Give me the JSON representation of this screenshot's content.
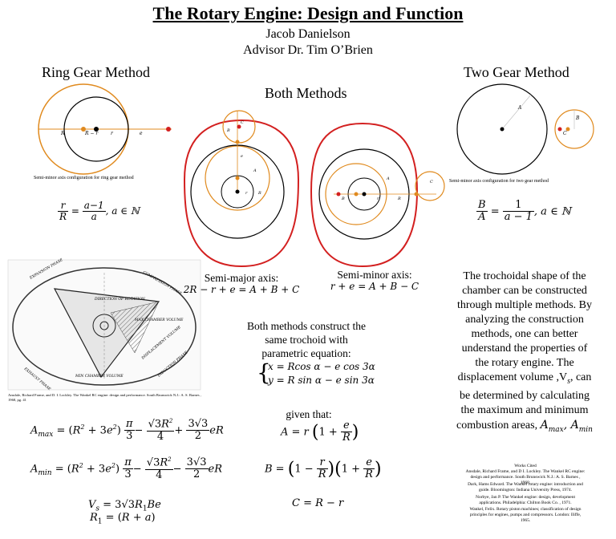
{
  "header": {
    "title": "The Rotary Engine: Design and Function",
    "author": "Jacob Danielson",
    "advisor": "Advisor Dr. Tim O’Brien"
  },
  "ring_gear": {
    "heading": "Ring Gear Method",
    "caption": "Semi-minor axis configuration for ring gear method",
    "labels": {
      "R": "R",
      "R_minus": "R − r",
      "r": "r",
      "e": "e"
    },
    "eq_lhs_num": "r",
    "eq_lhs_den": "R",
    "eq_rhs_num": "a−1",
    "eq_rhs_den": "a",
    "eq_tail": ", a ∈ ℕ"
  },
  "both": {
    "heading": "Both Methods",
    "semi_major_label": "Semi-major axis:",
    "semi_major_eq": "2R − r + e = A + B + C",
    "semi_minor_label": "Semi-minor axis:",
    "semi_minor_eq": "r + e = A + B − C",
    "construct_text": "Both methods construct the same trochoid  with parametric equation:",
    "param_x": "x = Rcos α − e cos 3α",
    "param_y": "y = R sin α − e sin 3α",
    "given": "given that:",
    "eq_A": "A = r",
    "eq_B": "B =",
    "eq_C": "C = R − r",
    "small_labels": {
      "A": "A",
      "B": "B",
      "C": "C",
      "e": "e",
      "R": "R",
      "r": "r"
    }
  },
  "two_gear": {
    "heading": "Two Gear Method",
    "caption": "Semi-minor axis configuration for two gear method",
    "labels": {
      "A": "A",
      "B": "B",
      "C": "C"
    },
    "eq_lhs_num": "B",
    "eq_lhs_den": "A",
    "eq_rhs_num": "1",
    "eq_rhs_den": "a − 1",
    "eq_tail": ", a ∈ ℕ",
    "description": "The trochoidal shape of the chamber can be constructed through multiple methods. By analyzing the construction methods, one can better understand the properties of the rotary engine. The displacement volume ,V",
    "description_sub": "s",
    "description_tail": ", can be determined by calculating the maximum and minimum combustion areas,",
    "areas": "A",
    "references_title": "Works Cited",
    "references": [
      "Ansdale, Richard Frame, and D I. Lockley. The Wankel RC engine: design and performance. South Brunswick N.J.: A. S. Barnes , 1968.",
      "Dark, Hams Edward. The Wankel rotary engine: introduction and guide. Bloomington: Indiana University Press, 1974.",
      "Norbye, Jan P. The Wankel engine: design, development applications. Philadelphia: Chilton Book Co. , 1971.",
      "Wankel, Felix. Rotary piston machines; classification of design principles for engines, pumps and compressors. London: Iliffe, 1965."
    ]
  },
  "figure": {
    "caption": "Ansdale, Richard Frame, and D. I. Lockley. The Wankel RC engine: design and performance. South Brunswick N.J.: A. S. Barnes , 1968, pg. 41",
    "labels": [
      "EXPANSION PHASE",
      "COMPRESSION PHASE",
      "EXHAUST PHASE",
      "INDUCTION PHASE",
      "DIRECTION OF ROTATION",
      "MAX CHAMBER VOLUME",
      "MIN CHAMBER VOLUME",
      "DISPLACEMENT VOLUME"
    ]
  },
  "formulas": {
    "amax": "A",
    "amin": "A",
    "vs": "V",
    "r1": "R"
  },
  "colors": {
    "red": "#d32020",
    "orange": "#e08a1e",
    "black": "#000000"
  }
}
